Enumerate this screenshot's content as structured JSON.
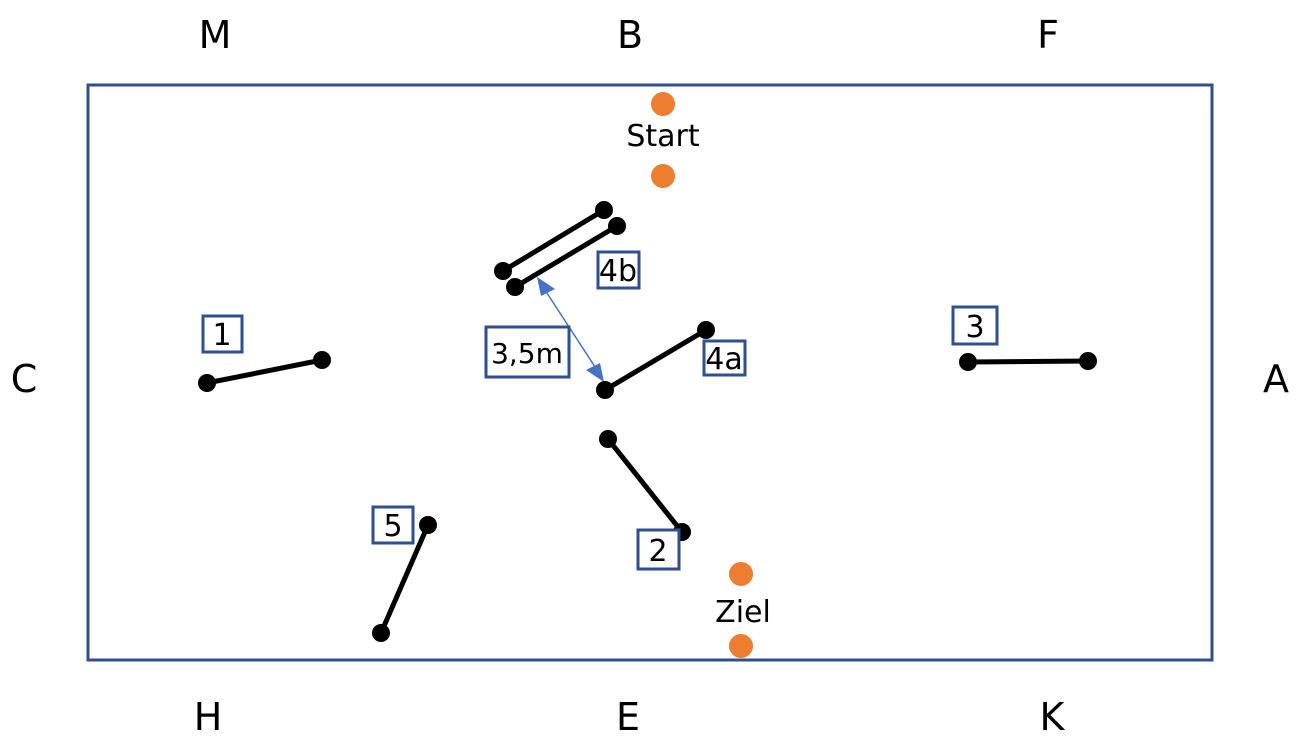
{
  "arena_letters": {
    "top_left": "M",
    "top_mid": "B",
    "top_right": "F",
    "left": "C",
    "right": "A",
    "bottom_left": "H",
    "bottom_mid": "E",
    "bottom_right": "K"
  },
  "obstacles": {
    "o1": "1",
    "o2": "2",
    "o3": "3",
    "o4a": "4a",
    "o4b": "4b",
    "o5": "5"
  },
  "distance_label": "3,5m",
  "start_label": "Start",
  "finish_label": "Ziel",
  "colors": {
    "arena_border": "#2f4f8f",
    "pole": "#000000",
    "cone": "#ed7d31",
    "arrow": "#4472c4",
    "box_border": "#2f4f8f"
  }
}
